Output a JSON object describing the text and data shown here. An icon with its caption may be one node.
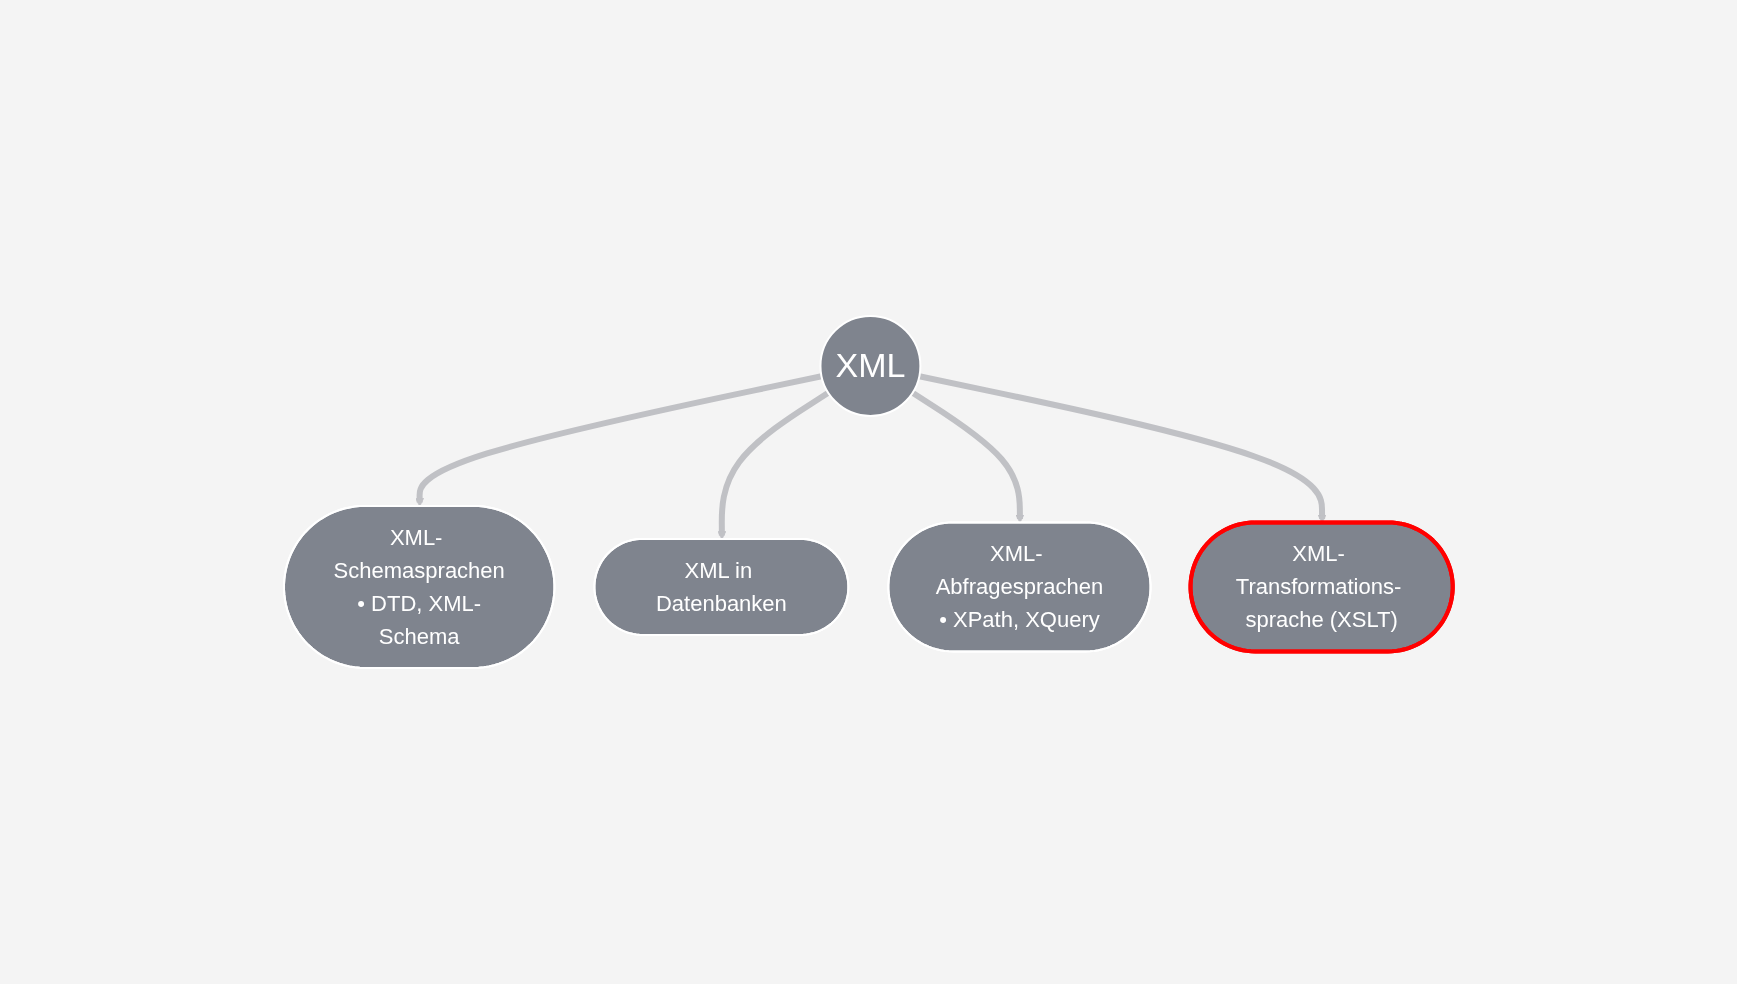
{
  "diagram": {
    "nodes": [
      {
        "text": [
          "XML- Schemasprachen",
          "• DTD, XML-Schema"
        ]
      },
      {
        "text": [
          "XML in Datenbanken"
        ]
      },
      {
        "text": [
          "XML"
        ]
      },
      {
        "text": [
          "XML- Abfragesprachen",
          "• XPath, XQuery"
        ]
      },
      {
        "text": [
          "XML- Transformations- sprache (XSLT)"
        ]
      }
    ],
    "edges": [
      {
        "from": 2,
        "to": 0,
        "arrow": "to"
      },
      {
        "from": 2,
        "to": 1,
        "arrow": "to"
      },
      {
        "from": 2,
        "to": 3,
        "arrow": "to"
      },
      {
        "from": 2,
        "to": 4,
        "arrow": "to"
      }
    ]
  }
}
